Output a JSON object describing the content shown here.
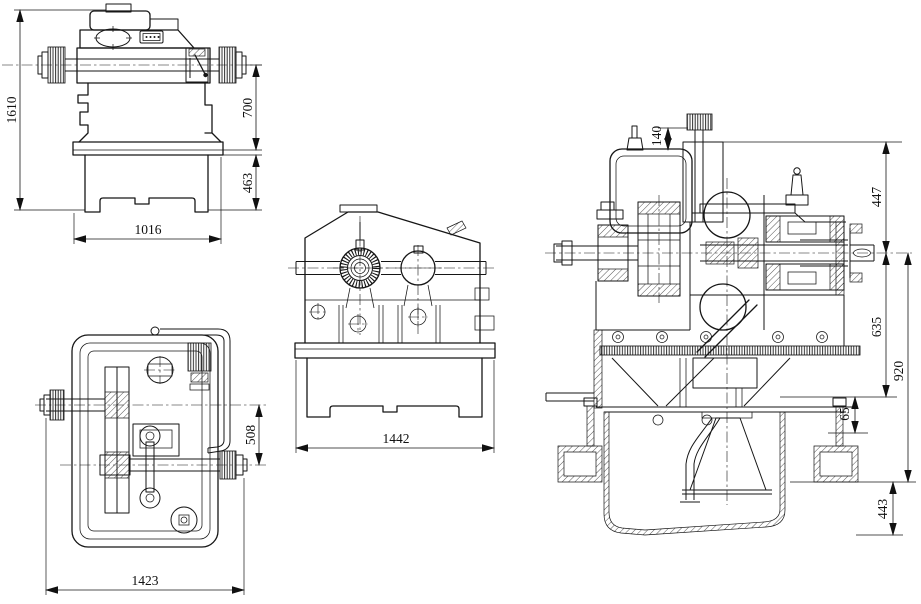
{
  "drawing": {
    "type": "mechanical engineering drawing - gear reducer overall dimensions, four views",
    "line_color": "#161616",
    "background": "#ffffff",
    "views": {
      "front": {
        "name": "front elevation (top left)",
        "dims": {
          "overall_height": "1610",
          "axis_to_base_top": "700",
          "pedestal_height": "463",
          "base_width": "1016"
        }
      },
      "plan": {
        "name": "plan view (bottom left)",
        "dims": {
          "overall_length": "1423",
          "shaft_centre_distance": "508"
        }
      },
      "end": {
        "name": "end elevation (centre)",
        "dims": {
          "overall_width": "1442"
        }
      },
      "section": {
        "name": "longitudinal section (right)",
        "dims": {
          "breather_height": "140",
          "top_to_shaft_axis": "447",
          "axis_to_frame_flange": "635",
          "axis_to_support_foot": "920",
          "flange_to_lug": "65",
          "sump_depth": "443"
        }
      }
    }
  }
}
